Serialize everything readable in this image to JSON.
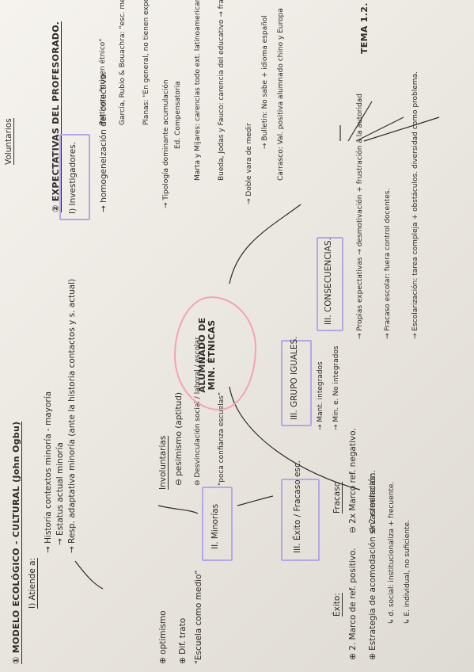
{
  "header": {
    "tema": "TEMA 1.2."
  },
  "left": {
    "title": "① MODELO ECOLÓGICO - CULTURAL (John Ogbu)",
    "section1": {
      "title": "I) Atiende a:",
      "items": [
        "→ Historia contextos minoría - mayoría",
        "→ Estatus actual minoría",
        "→ Resp. adaptativa minoría (ante la historia contactos y s. actual)"
      ]
    },
    "section2": {
      "title": "II. Minorías",
      "voluntarios": "Voluntarios",
      "voluntarios_items": [
        "⊕ optimismo",
        "⊕ Dif. trato",
        "\"Escuela como medio\""
      ],
      "involuntarios": "Involuntarias",
      "involuntarios_items": [
        "⊖ pesimismo (aptitud)",
        "⊖ Desvinculación social / laboral / escolar",
        "\"poca confianza escuelas\""
      ]
    },
    "section3": {
      "title": "III. Éxito / Fracaso esc.",
      "exito": "Éxito:",
      "exito_items": [
        "⊕ 2. Marco de ref. positivo.",
        "⊕ Estrategia de acomodación sin asimilación."
      ],
      "fracaso": "Fracaso",
      "fracaso_items": [
        "⊖ 2x Marco ref. negativo.",
        "⊖ 2 creencias:",
        "↳ d. social: institucionaliza + frecuente.",
        "↳ E. individual, no suficiente."
      ]
    }
  },
  "center": {
    "cloud": "ALUMNADO DE MIN. ÉTNICAS",
    "groups_title": "III. GRUPO IGUALES.",
    "groups_items": [
      "→ Mant. integrados",
      "→ Min. e. No integrados"
    ]
  },
  "right": {
    "title": "② EXPECTATIVAS DEL PROFESORADO.",
    "section1": {
      "title": "I) Investigadores.",
      "homog": "→ homogeneización del colectivo.",
      "refs": [
        "Pattison: \"origen étnico\"",
        "García, Rubio & Bouachra: \"esc. metodológicas\" \"como 'estudiantes' + diversidad\"",
        "Planas: \"En general, no tienen expectativas\""
      ],
      "tipologia": "→ Tipología dominante acumulación",
      "tipologia_refs": [
        "Ed. Compensatoria",
        "Marta y Mijares: carencias todo ext. latinoamericanos → participación.",
        "Bueda, Jodas y Fauco: carencia del educativo → fracaso escolar"
      ],
      "doble": "→ Doble vara de medir",
      "doble_ref": "→ Bulletin: No sabe + idioma español",
      "doble_ref2": "Carrasco: Val. positiva alumnado chino y Europa"
    },
    "section2": {
      "title": "III. CONSECUENCIAS.",
      "items": [
        "→ Propias expectativas → desmotivación + frustración a la autoridad",
        "→ Fracaso escolar: fuera control docentes.",
        "→ Escolarización: tarea compleja + obstáculos. diversidad como problema."
      ]
    }
  },
  "colors": {
    "box": "#b5a7e3",
    "cloud": "#f3a3b3",
    "ink": "#2e2a27",
    "paper": "#f1ede6"
  }
}
